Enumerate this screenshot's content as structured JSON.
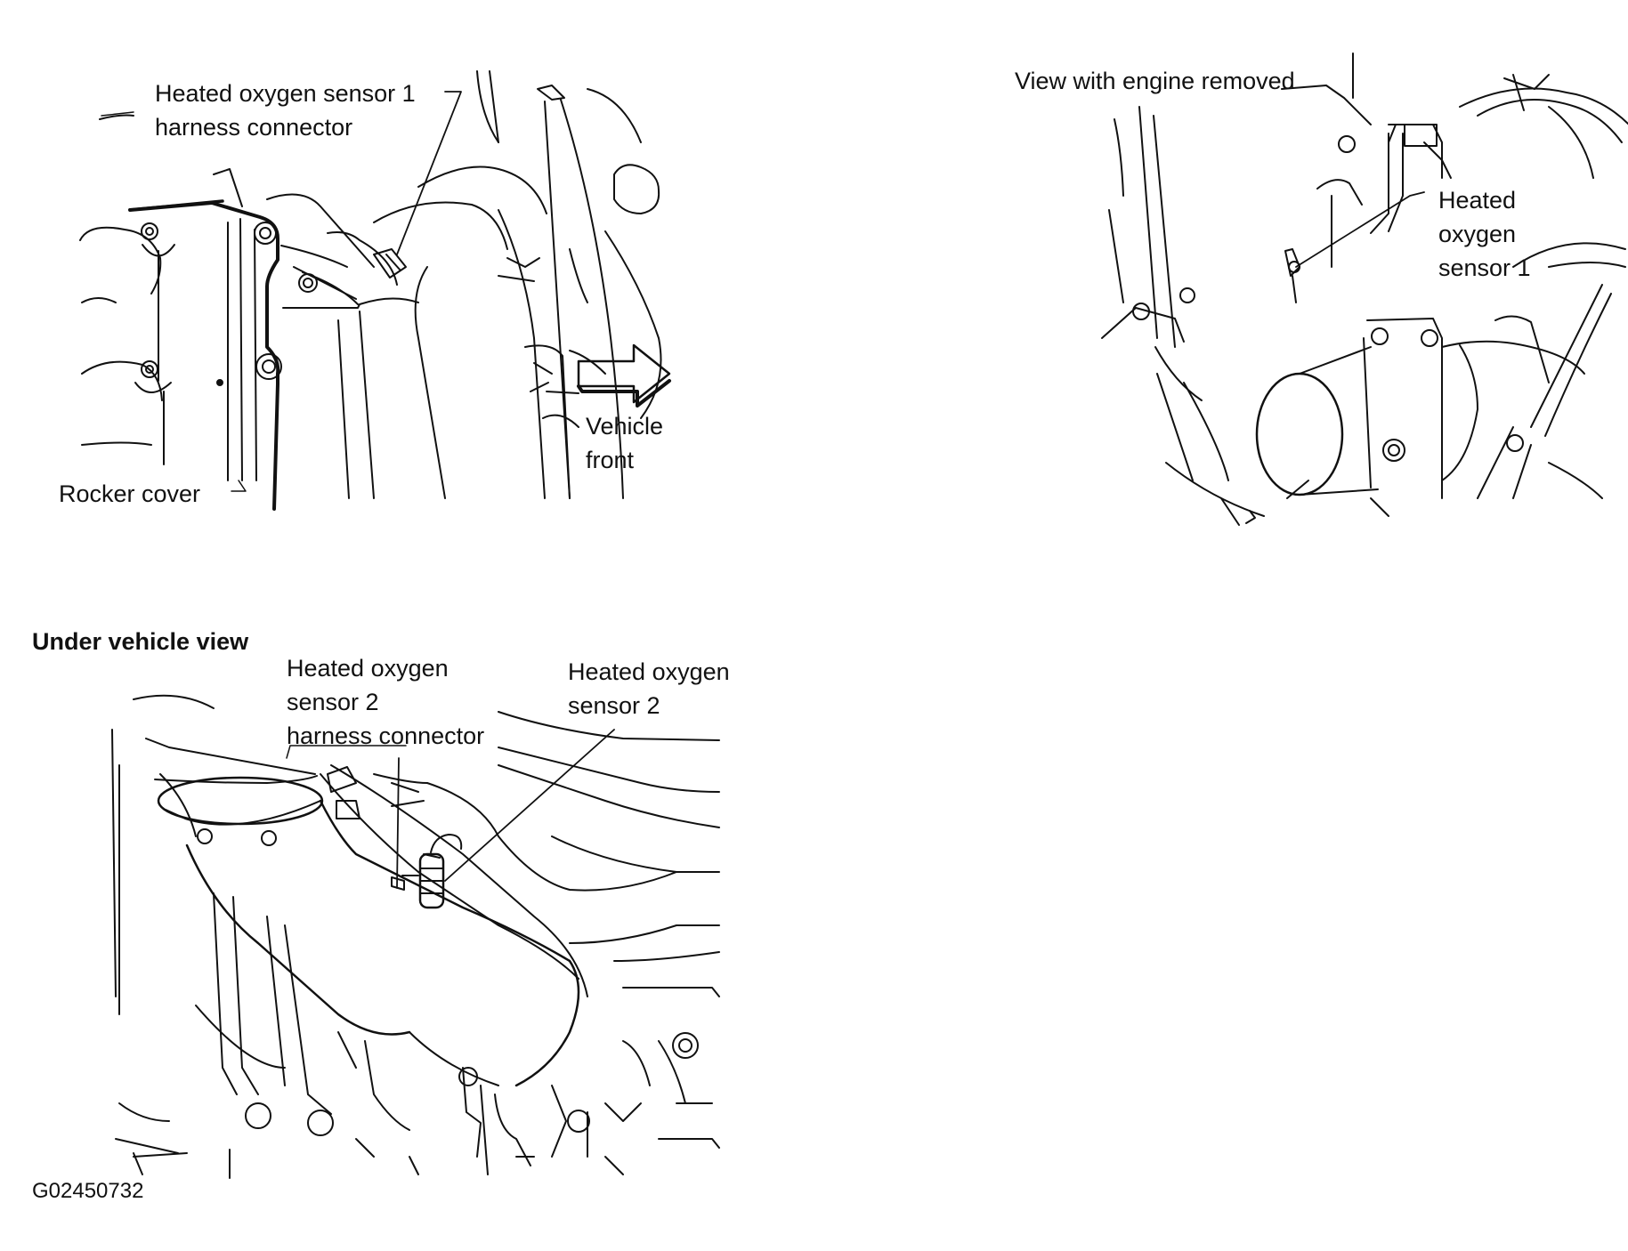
{
  "figure_id": "G02450732",
  "panel_top_left": {
    "callout_connector_line1": "Heated oxygen sensor 1",
    "callout_connector_line2": "harness connector",
    "rocker_cover": "Rocker cover",
    "vehicle_front_line1": "Vehicle",
    "vehicle_front_line2": "front"
  },
  "panel_top_right": {
    "heading": "View with engine removed",
    "sensor_line1": "Heated",
    "sensor_line2": "oxygen",
    "sensor_line3": "sensor 1"
  },
  "panel_bottom_left": {
    "heading": "Under vehicle view",
    "connector_line1": "Heated oxygen",
    "connector_line2": "sensor 2",
    "connector_line3": "harness connector",
    "sensor_line1": "Heated oxygen",
    "sensor_line2": "sensor 2"
  },
  "colors": {
    "ink": "#111111",
    "paper": "#ffffff"
  }
}
